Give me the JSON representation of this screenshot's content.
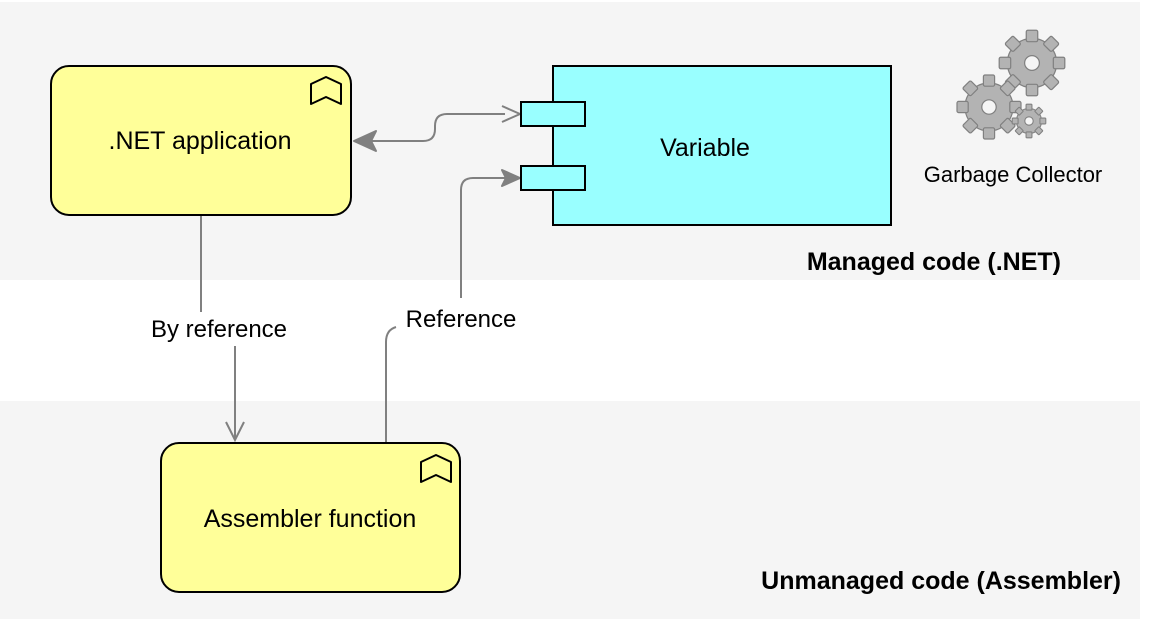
{
  "zones": {
    "managed": {
      "label": "Managed code (.NET)"
    },
    "unmanaged": {
      "label": "Unmanaged code (Assembler)"
    }
  },
  "nodes": {
    "net_app": {
      "label": ".NET application",
      "icon": "application-function-icon"
    },
    "variable": {
      "label": "Variable",
      "icon": "component-icon"
    },
    "assembler": {
      "label": "Assembler function",
      "icon": "application-function-icon"
    },
    "gc": {
      "label": "Garbage Collector",
      "icon": "gears-icon"
    }
  },
  "edges": {
    "by_reference": {
      "label": "By reference"
    },
    "reference": {
      "label": "Reference"
    }
  },
  "colors": {
    "zone_fill": "#f5f5f5",
    "function_fill": "#ffff99",
    "component_fill": "#99ffff",
    "connector": "#808080",
    "gear": "#b3b3b3"
  }
}
